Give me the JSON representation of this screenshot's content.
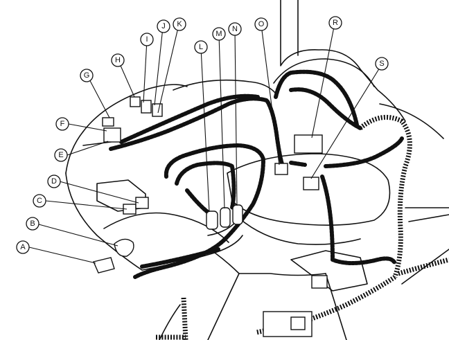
{
  "callouts": [
    {
      "id": "A",
      "label": "A"
    },
    {
      "id": "B",
      "label": "B"
    },
    {
      "id": "C",
      "label": "C"
    },
    {
      "id": "D",
      "label": "D"
    },
    {
      "id": "E",
      "label": "E"
    },
    {
      "id": "F",
      "label": "F"
    },
    {
      "id": "G",
      "label": "G"
    },
    {
      "id": "H",
      "label": "H"
    },
    {
      "id": "I",
      "label": "I"
    },
    {
      "id": "J",
      "label": "J"
    },
    {
      "id": "K",
      "label": "K"
    },
    {
      "id": "L",
      "label": "L"
    },
    {
      "id": "M",
      "label": "M"
    },
    {
      "id": "N",
      "label": "N"
    },
    {
      "id": "O",
      "label": "O"
    },
    {
      "id": "R",
      "label": "R"
    },
    {
      "id": "S",
      "label": "S"
    }
  ],
  "colors": {
    "line": "#111111",
    "background": "#ffffff"
  }
}
